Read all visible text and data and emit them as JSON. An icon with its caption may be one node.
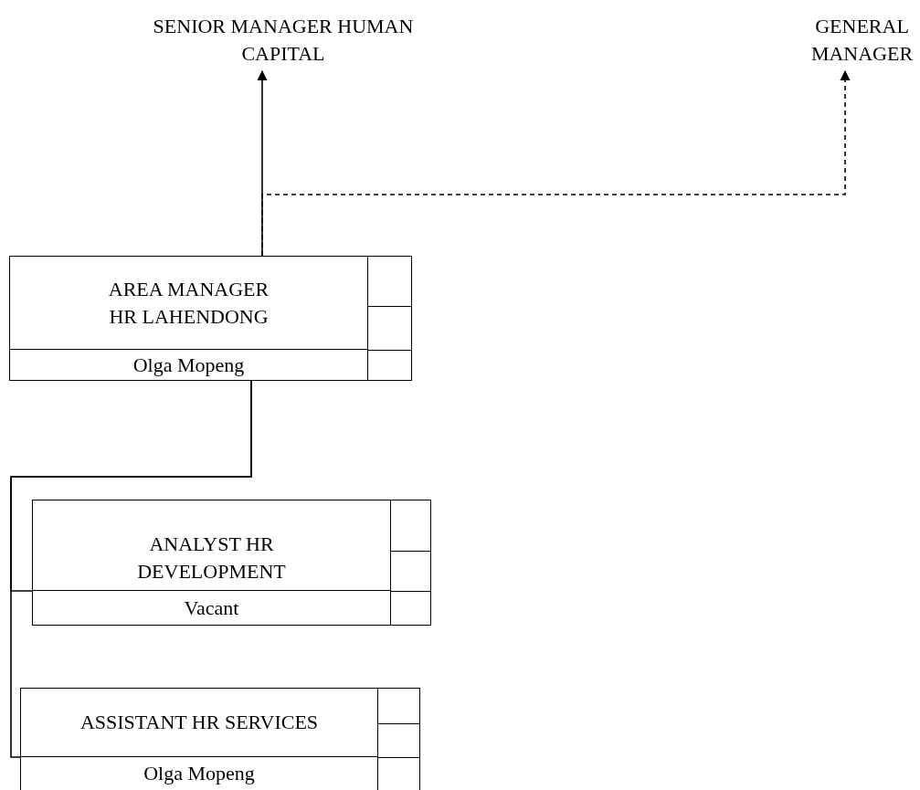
{
  "diagram": {
    "nodes": [
      {
        "text": [
          "SENIOR MANAGER HUMAN CAPITAL"
        ]
      },
      {
        "text": [
          "GENERAL MANAGER"
        ]
      },
      {
        "text": [
          "AREA MANAGER HR LAHENDONG",
          "Olga Mopeng"
        ]
      },
      {
        "text": [
          "ANALYST HR DEVELOPMENT",
          "Vacant"
        ]
      },
      {
        "text": [
          "ASSISTANT HR SERVICES",
          "Olga Mopeng"
        ]
      }
    ],
    "edges": [
      {
        "from": 2,
        "to": 0,
        "arrow": "to"
      },
      {
        "from": 2,
        "to": 1,
        "arrow": "to",
        "style": "dashed"
      },
      {
        "from": 2,
        "to": 3,
        "arrow": "none"
      },
      {
        "from": 2,
        "to": 4,
        "arrow": "none"
      }
    ]
  }
}
